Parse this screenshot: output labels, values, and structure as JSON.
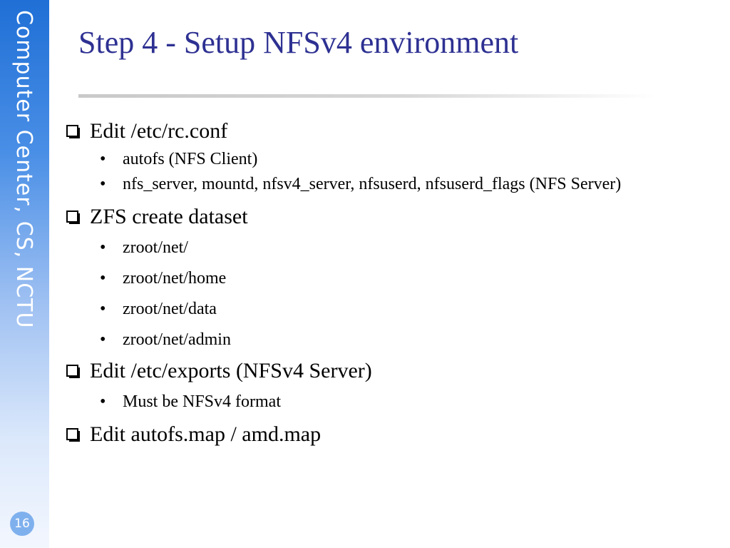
{
  "sidebar": {
    "org_text": "Computer Center, CS, NCTU",
    "page_number": "16"
  },
  "title": "Step 4 - Setup NFSv4 environment",
  "sections": [
    {
      "heading": "Edit /etc/rc.conf",
      "items": [
        "autofs (NFS Client)",
        "nfs_server, mountd, nfsv4_server, nfsuserd, nfsuserd_flags (NFS Server)"
      ]
    },
    {
      "heading": "ZFS create dataset",
      "items": [
        "zroot/net/",
        "zroot/net/home",
        "zroot/net/data",
        "zroot/net/admin"
      ]
    },
    {
      "heading": "Edit /etc/exports (NFSv4 Server)",
      "items": [
        "Must be NFSv4 format"
      ]
    },
    {
      "heading": "Edit autofs.map / amd.map",
      "items": []
    }
  ],
  "colors": {
    "title": "#2e3192",
    "sidebar_top": "#1f6fd6",
    "sidebar_bottom": "#f3f7fe",
    "badge": "#7fb0ee"
  },
  "icons": {
    "section_marker": "checkbox-icon",
    "item_marker": "bullet-icon"
  }
}
